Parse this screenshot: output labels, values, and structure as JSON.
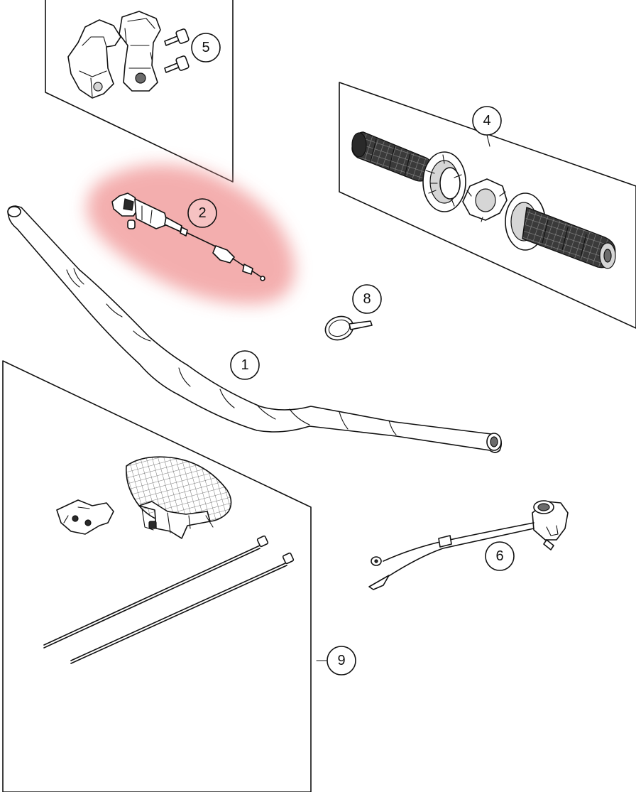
{
  "diagram": {
    "type": "exploded-parts-view",
    "highlight_color": "#f2a0a0",
    "highlighted_callout": "2",
    "callouts": [
      {
        "id": "c1",
        "label": "1"
      },
      {
        "id": "c2",
        "label": "2"
      },
      {
        "id": "c4",
        "label": "4"
      },
      {
        "id": "c5",
        "label": "5"
      },
      {
        "id": "c6",
        "label": "6"
      },
      {
        "id": "c8",
        "label": "8"
      },
      {
        "id": "c9",
        "label": "9"
      }
    ]
  }
}
